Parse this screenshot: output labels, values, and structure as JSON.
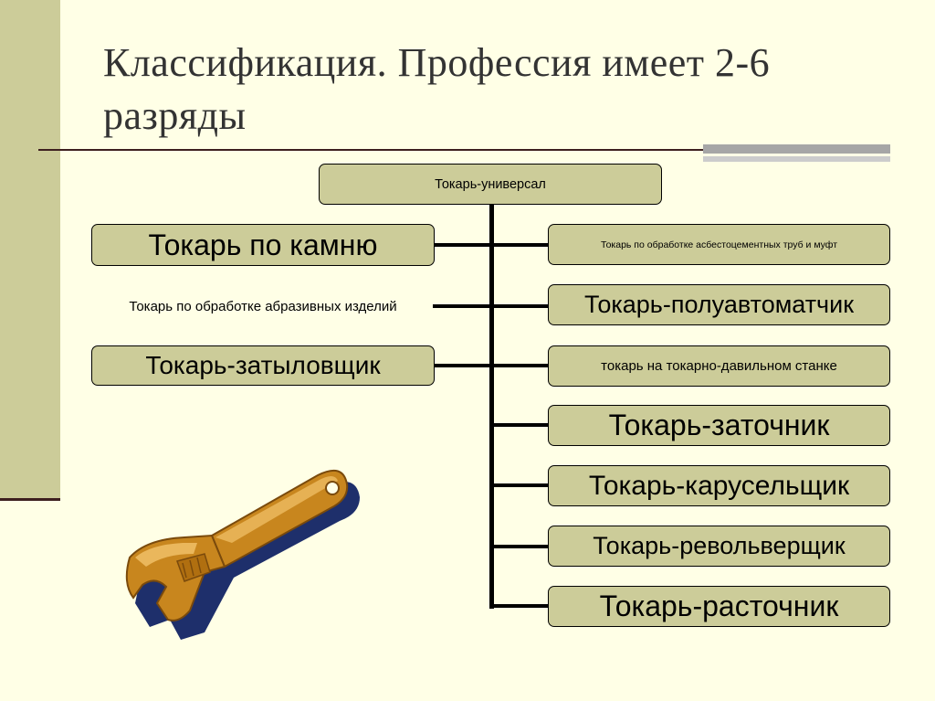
{
  "slide": {
    "title": "Классификация. Профессия имеет 2-6 разряды"
  },
  "diagram": {
    "root": "Токарь-универсал",
    "left": [
      "Токарь по камню",
      "Токарь по обработке абразивных изделий",
      "Токарь-затыловщик"
    ],
    "right": [
      "Токарь по обработке асбестоцементных труб и муфт",
      "Токарь-полуавтоматчик",
      "токарь на токарно-давильном станке",
      "Токарь-заточник",
      "Токарь-карусельщик",
      "Токарь-револьверщик",
      "Токарь-расточник"
    ]
  },
  "clipart": {
    "icon": "adjustable-wrench-icon",
    "colors": {
      "body": "#C8861E",
      "shadow": "#1E2F6B",
      "highlight": "#F2C36B"
    }
  },
  "colors": {
    "background": "#FFFFE6",
    "box_fill": "#CCCC99",
    "side_bar": "#CCCC99",
    "rule": "#3D1F1F",
    "text": "#333333"
  }
}
